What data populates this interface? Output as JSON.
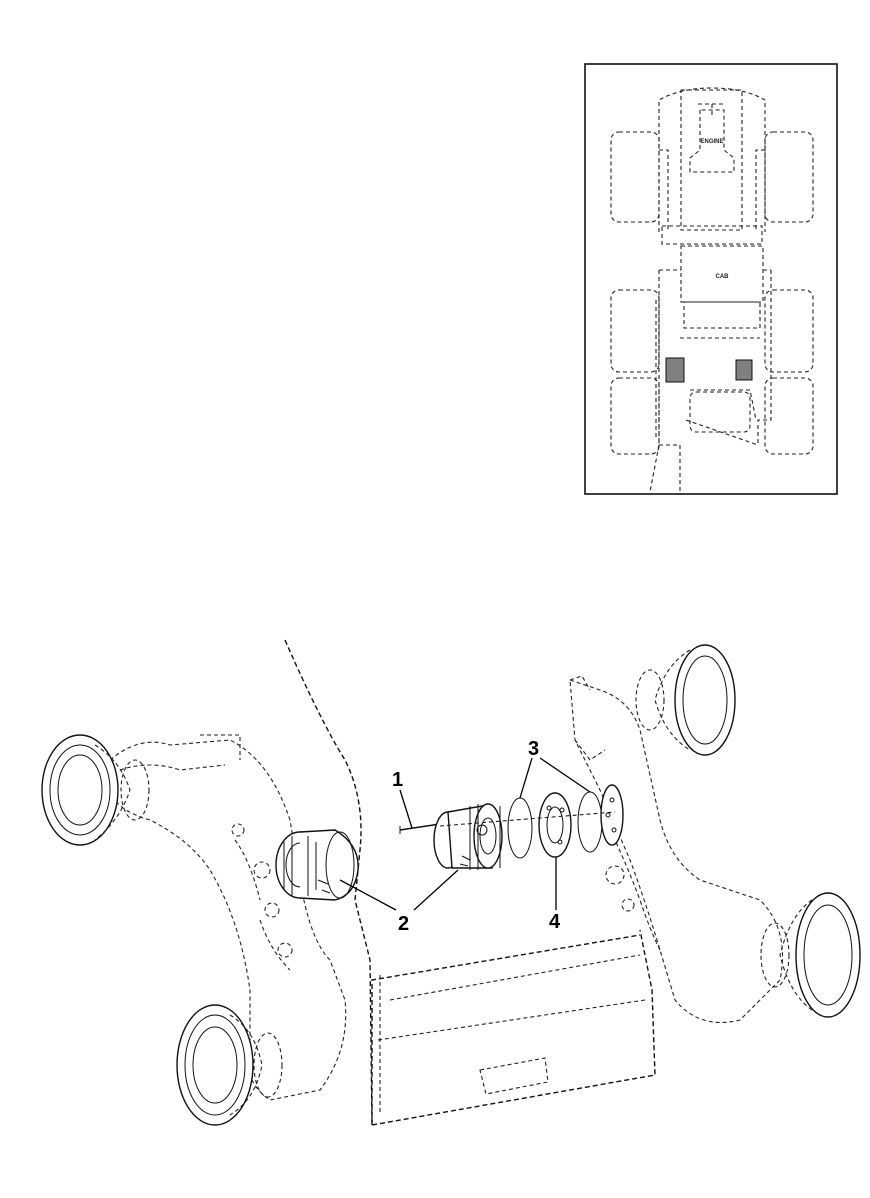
{
  "inset": {
    "engine_label": "ENGINE",
    "cab_label": "CAB"
  },
  "callouts": [
    {
      "id": "1",
      "label": "1"
    },
    {
      "id": "2",
      "label": "2"
    },
    {
      "id": "3",
      "label": "3"
    },
    {
      "id": "4",
      "label": "4"
    }
  ],
  "colors": {
    "line": "#111111",
    "highlight": "#808080",
    "background": "#ffffff"
  }
}
